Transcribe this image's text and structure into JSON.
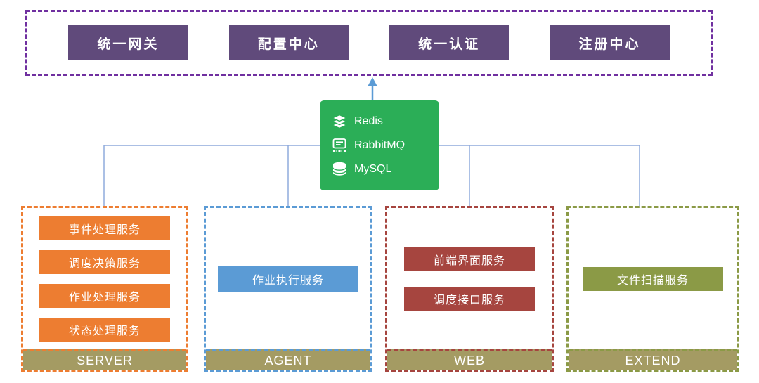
{
  "top_group": {
    "items": [
      "统一网关",
      "配置中心",
      "统一认证",
      "注册中心"
    ],
    "border_color": "#7030A0",
    "box_color": "#604A7B"
  },
  "middleware": {
    "box_color": "#2BAE57",
    "items": [
      {
        "label": "Redis",
        "icon": "redis-icon"
      },
      {
        "label": "RabbitMQ",
        "icon": "rabbitmq-icon"
      },
      {
        "label": "MySQL",
        "icon": "mysql-icon"
      }
    ]
  },
  "groups": [
    {
      "label": "SERVER",
      "accent": "#ED7D31",
      "services": [
        "事件处理服务",
        "调度决策服务",
        "作业处理服务",
        "状态处理服务"
      ]
    },
    {
      "label": "AGENT",
      "accent": "#5B9BD5",
      "services": [
        "作业执行服务"
      ]
    },
    {
      "label": "WEB",
      "accent": "#A6453F",
      "services": [
        "前端界面服务",
        "调度接口服务"
      ]
    },
    {
      "label": "EXTEND",
      "accent": "#8B9A46",
      "services": [
        "文件扫描服务"
      ]
    }
  ],
  "footer_bar_color": "#A49B63",
  "connector_color": "#8FAADC",
  "arrow_color": "#5B9BD5"
}
